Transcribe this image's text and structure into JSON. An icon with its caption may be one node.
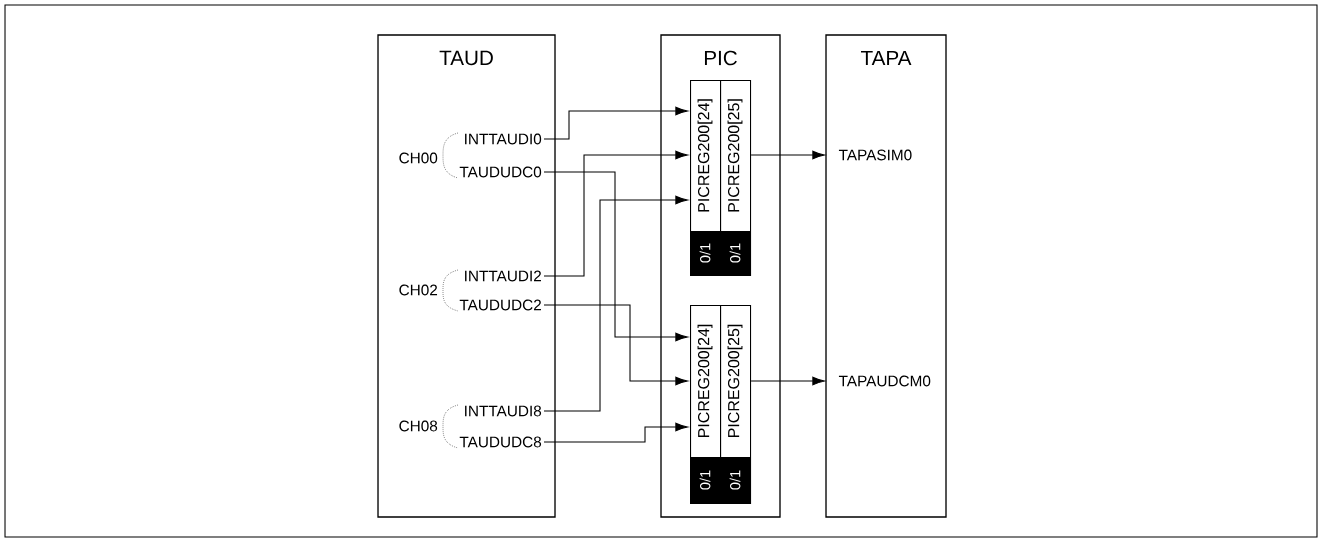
{
  "diagram": {
    "nodes": [
      {
        "text": [
          "TAUD"
        ]
      },
      {
        "text": [
          "PIC"
        ]
      },
      {
        "text": [
          "TAPA"
        ]
      },
      {
        "text": [
          "INTTAUDI0"
        ],
        "in": 0
      },
      {
        "text": [
          "TAUDUDC0"
        ],
        "in": 0
      },
      {
        "text": [
          "INTTAUDI2"
        ],
        "in": 0
      },
      {
        "text": [
          "TAUDUDC2"
        ],
        "in": 0
      },
      {
        "text": [
          "INTTAUDI8"
        ],
        "in": 0
      },
      {
        "text": [
          "TAUDUDC8"
        ],
        "in": 0
      },
      {
        "text": [
          "PICREG200[24]",
          "0/1"
        ],
        "in": 1
      },
      {
        "text": [
          "PICREG200[25]",
          "0/1"
        ],
        "in": 1
      },
      {
        "text": [
          "PICREG200[24]",
          "0/1"
        ],
        "in": 1
      },
      {
        "text": [
          "PICREG200[25]",
          "0/1"
        ],
        "in": 1
      },
      {
        "text": [
          "TAPASIM0"
        ],
        "in": 2
      },
      {
        "text": [
          "TAPAUDCM0"
        ],
        "in": 2
      }
    ],
    "edges": [
      {
        "from": 3,
        "to": 9,
        "arrow": "to"
      },
      {
        "from": 5,
        "to": 9,
        "arrow": "to"
      },
      {
        "from": 7,
        "to": 9,
        "arrow": "to"
      },
      {
        "from": 4,
        "to": 11,
        "arrow": "to"
      },
      {
        "from": 6,
        "to": 11,
        "arrow": "to"
      },
      {
        "from": 8,
        "to": 11,
        "arrow": "to"
      },
      {
        "from": 10,
        "to": 13,
        "arrow": "to"
      },
      {
        "from": 12,
        "to": 14,
        "arrow": "to"
      }
    ],
    "labels": [
      "CH00",
      "CH02",
      "CH08"
    ]
  }
}
